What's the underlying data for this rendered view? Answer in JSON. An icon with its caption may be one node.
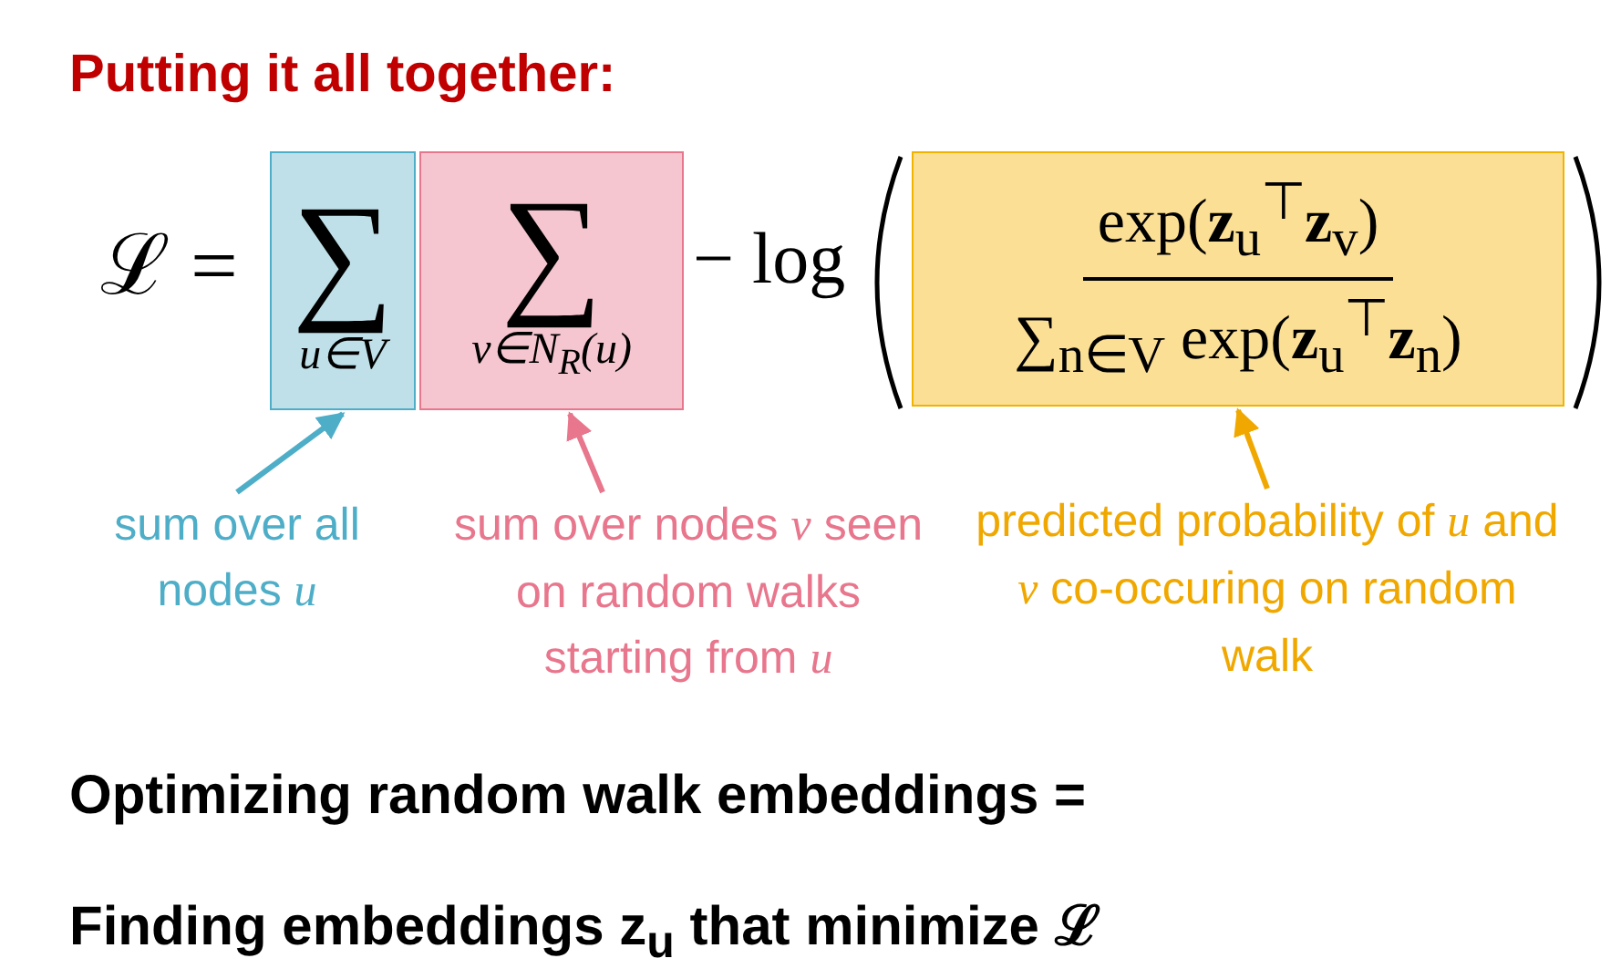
{
  "diagram": {
    "title": "Putting it all together:",
    "nodes": [
      {
        "text": [
          "∑",
          "u∈V"
        ]
      },
      {
        "text": [
          "∑",
          "v∈N$_{R}$(u)"
        ]
      },
      {
        "text": [
          "exp(**z**$_{u}$$^{⊤}$**z**$_{v}$)",
          "∑$_{n∈V}$ exp(**z**$_{u}$$^{⊤}$**z**$_{n}$)"
        ]
      },
      {
        "text": [
          "sum over all nodes *u*"
        ]
      },
      {
        "text": [
          "sum over nodes *v* seen on random walks starting from *u*"
        ]
      },
      {
        "text": [
          "predicted probability of *u* and *v* co-occuring on random walk"
        ]
      }
    ],
    "edges": [
      {
        "from": 3,
        "to": 0,
        "arrow": "to",
        "color": "#4eaec8"
      },
      {
        "from": 4,
        "to": 1,
        "arrow": "to",
        "color": "#e8768d"
      },
      {
        "from": 5,
        "to": 2,
        "arrow": "to",
        "color": "#f0a800"
      }
    ],
    "labels": [
      "ℒ =",
      "− log",
      "Optimizing random walk embeddings =",
      "Finding embeddings z$_{u}$ that minimize ℒ"
    ]
  }
}
